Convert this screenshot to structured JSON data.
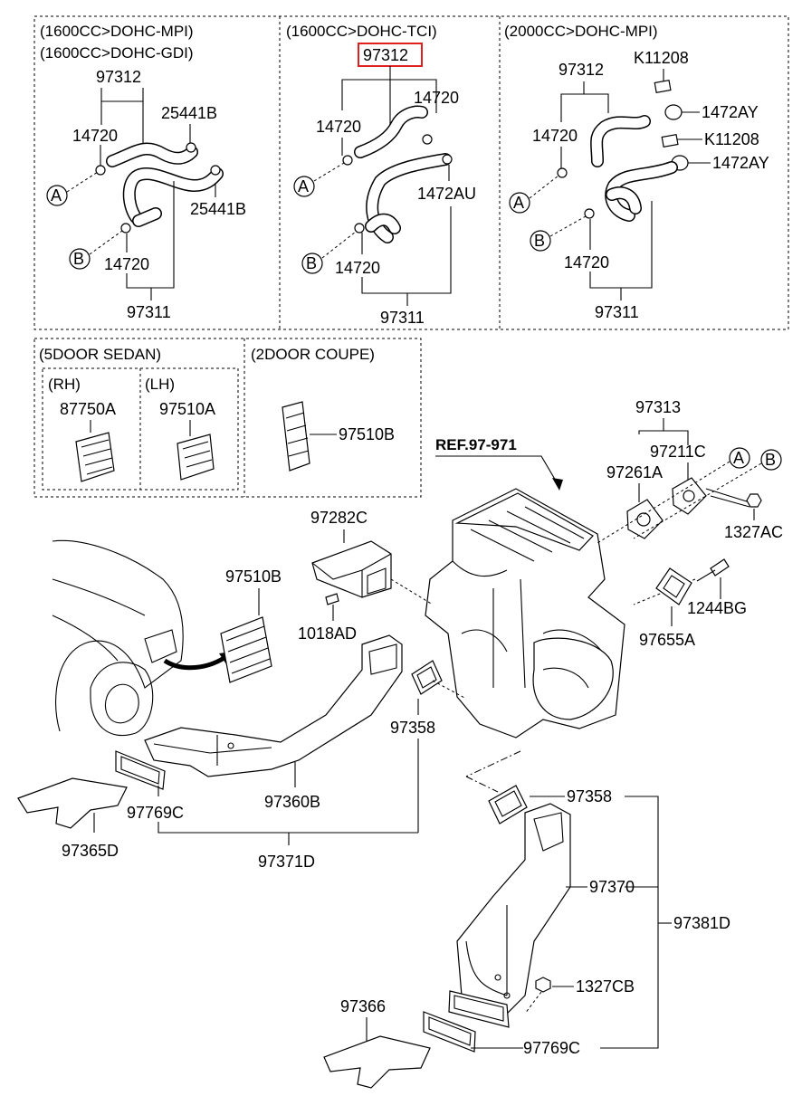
{
  "sections": {
    "mpi_gdi": {
      "header_1": "(1600CC>DOHC-MPI)",
      "header_2": "(1600CC>DOHC-GDI)"
    },
    "tci": {
      "header": "(1600CC>DOHC-TCI)"
    },
    "mpi_2000": {
      "header": "(2000CC>DOHC-MPI)"
    },
    "sedan": {
      "header": "(5DOOR SEDAN)",
      "rh": "(RH)",
      "lh": "(LH)"
    },
    "coupe": {
      "header": "(2DOOR COUPE)"
    }
  },
  "labels": {
    "p97312_a": "97312",
    "p14720_a1": "14720",
    "p25441b_a1": "25441B",
    "p25441b_a2": "25441B",
    "p14720_a2": "14720",
    "p97311_a": "97311",
    "circle_a1": "A",
    "circle_b1": "B",
    "p97312_b": "97312",
    "p14720_b1": "14720",
    "p14720_b2": "14720",
    "p1472au": "1472AU",
    "p14720_b3": "14720",
    "p97311_b": "97311",
    "circle_a2": "A",
    "circle_b2": "B",
    "p97312_c": "97312",
    "pk11208_1": "K11208",
    "p1472ay_1": "1472AY",
    "pk11208_2": "K11208",
    "p1472ay_2": "1472AY",
    "p14720_c1": "14720",
    "p14720_c2": "14720",
    "p97311_c": "97311",
    "circle_a3": "A",
    "circle_b3": "B",
    "p87750a": "87750A",
    "p97510a": "97510A",
    "p97510b_1": "97510B",
    "ref": "REF.97-971",
    "p97313": "97313",
    "p97211c": "97211C",
    "p97261a": "97261A",
    "circle_a4": "A",
    "circle_b4": "B",
    "p1327ac": "1327AC",
    "p1244bg": "1244BG",
    "p97655a": "97655A",
    "p97282c": "97282C",
    "p97510b_2": "97510B",
    "p1018ad": "1018AD",
    "p97358_1": "97358",
    "p97360b": "97360B",
    "p97769c_1": "97769C",
    "p97365d": "97365D",
    "p97371d": "97371D",
    "p97358_2": "97358",
    "p97370": "97370",
    "p97381d": "97381D",
    "p1327cb": "1327CB",
    "p97366": "97366",
    "p97769c_2": "97769C"
  },
  "highlight": {
    "label": "97312",
    "color": "#e0201f"
  }
}
